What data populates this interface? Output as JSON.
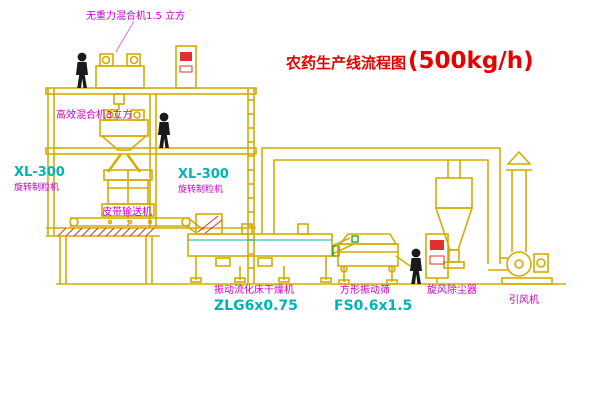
{
  "title": {
    "text": "农药生产线流程图",
    "capacity": "(500kg/h)"
  },
  "labels": {
    "top_mixer": "无重力混合机1.5 立方",
    "second_mixer": "高效混合机3立方",
    "granulator_left_model": "XL-300",
    "granulator_left_name": "旋转制粒机",
    "granulator_center_model": "XL-300",
    "granulator_center_name": "旋转制粒机",
    "belt_conveyor": "皮带输送机",
    "dryer_name": "振动流化床干燥机",
    "dryer_model": "ZLG6x0.75",
    "sieve_name": "方形振动筛",
    "sieve_model": "FS0.6x1.5",
    "cyclone_name": "旋风除尘器",
    "fan_name": "引风机"
  },
  "colors": {
    "line_yellow": "#d4ac00",
    "accent_cyan": "#00b4b4",
    "label_magenta": "#c800c8",
    "accent_red": "#e03030",
    "title_red": "#e60000",
    "accent_green": "#00a000",
    "figure_black": "#1a1a1a"
  }
}
